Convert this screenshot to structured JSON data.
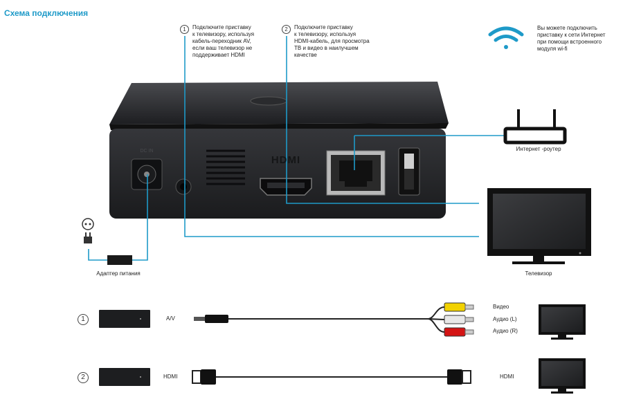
{
  "title": "Схема подключения",
  "notes": {
    "av": {
      "num": "1",
      "lines": [
        "Подключите приставку",
        "к телевизору, используя",
        "кабель-переходник AV,",
        "если ваш телевизор не",
        "поддерживает HDMI"
      ]
    },
    "hdmi": {
      "num": "2",
      "lines": [
        "Подключите приставку",
        "к телевизору, используя",
        "HDMI-кабель, для просмотра",
        "ТВ и видео в наилучшем",
        "качестве"
      ]
    },
    "wifi": {
      "lines": [
        "Вы можете подключить",
        "приставку к сети Интернет",
        "при помощи встроенного",
        "модуля wi-fi"
      ]
    }
  },
  "labels": {
    "router": "Интернет -роутер",
    "tv": "Телевизор",
    "adapter": "Адаптер питания",
    "port_hdmi": "HDMI",
    "port_dc": "DC IN"
  },
  "options": {
    "av": {
      "num": "1",
      "label": "A/V",
      "outputs": [
        "Видео",
        "Аудио (L)",
        "Аудио (R)"
      ]
    },
    "hdmi": {
      "num": "2",
      "label_left": "HDMI",
      "label_right": "HDMI"
    }
  },
  "colors": {
    "accent": "#1e9ac8",
    "device": "#2a2b2e",
    "rca_video": "#f2d200",
    "rca_left": "#e8e8e8",
    "rca_right": "#d41414"
  }
}
